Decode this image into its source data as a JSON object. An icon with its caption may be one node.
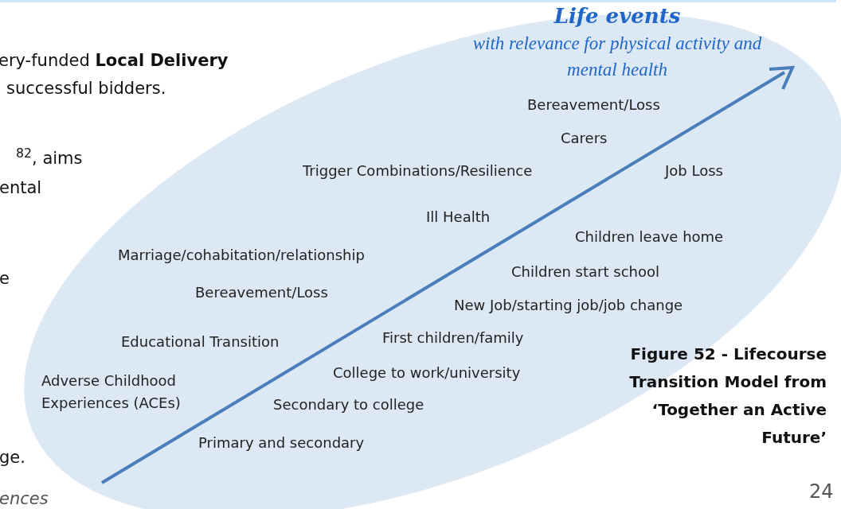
{
  "diagram": {
    "caption": "Figure 52 - Lifecourse Transition Model from ‘Together an Active Future’",
    "nodes": [
      {
        "text": [
          "Life events",
          "with relevance for physical activity and mental health"
        ]
      }
    ],
    "labels": [
      "ery-funded **Local Delivery**",
      "successful bidders.",
      "$^{82}$, aims",
      "ental",
      "e",
      "ge.",
      "ences",
      "Bereavement/Loss",
      "Carers",
      "Trigger Combinations/Resilience",
      "Job Loss",
      "Ill Health",
      "Children leave home",
      "Marriage/cohabitation/relationship",
      "Children start school",
      "Bereavement/Loss",
      "New Job/starting job/job change",
      "Educational Transition",
      "First children/family",
      "College to work/university",
      "Adverse Childhood Experiences (ACEs)",
      "Secondary to college",
      "Primary and secondary",
      "24"
    ]
  }
}
